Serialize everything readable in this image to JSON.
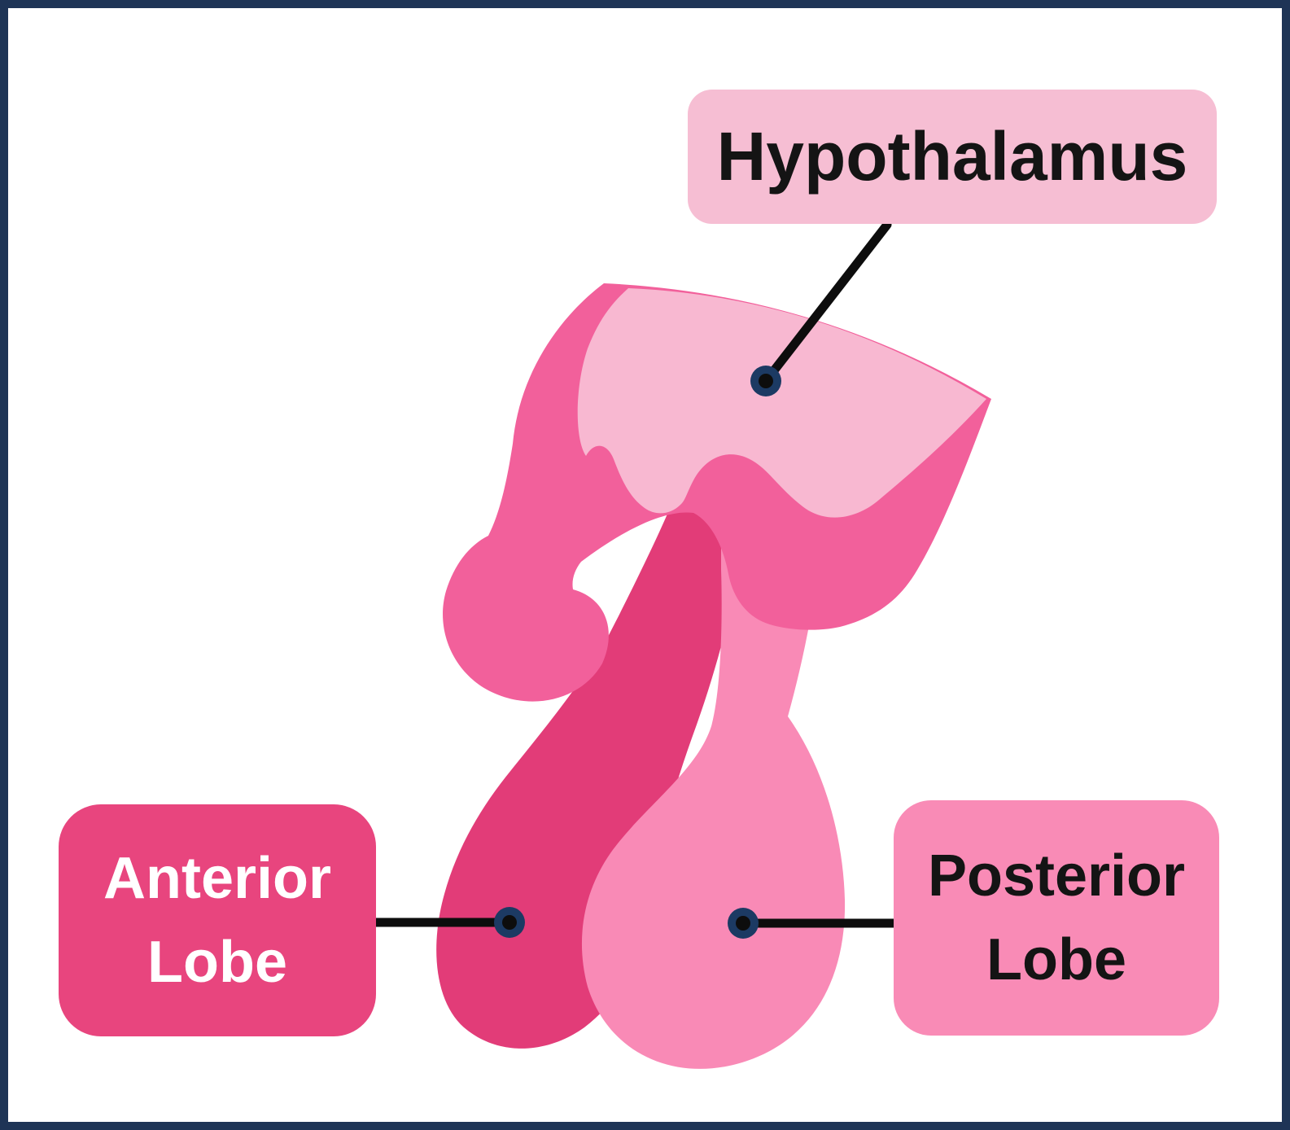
{
  "colors": {
    "background": "#ffffff",
    "frame": "#1E3456",
    "hypothalamus_fill": "#F8B8D1",
    "hypothalamus_band": "#F2609B",
    "anterior_lobe": "#E23C78",
    "posterior_lobe": "#F98AB6",
    "label_hypothalamus_bg": "#F6BED3",
    "label_anterior_bg": "#E8457E",
    "label_posterior_bg": "#F98BB6",
    "label_dark_text": "#141414",
    "label_light_text": "#FFFFFF",
    "callout_line": "#0D0D0D",
    "callout_dot_ring": "#1C3A63",
    "callout_dot_core": "#0D0D0D"
  },
  "labels": {
    "hypothalamus": {
      "text": "Hypothalamus"
    },
    "anterior": {
      "line1": "Anterior",
      "line2": "Lobe"
    },
    "posterior": {
      "line1": "Posterior",
      "line2": "Lobe"
    }
  }
}
